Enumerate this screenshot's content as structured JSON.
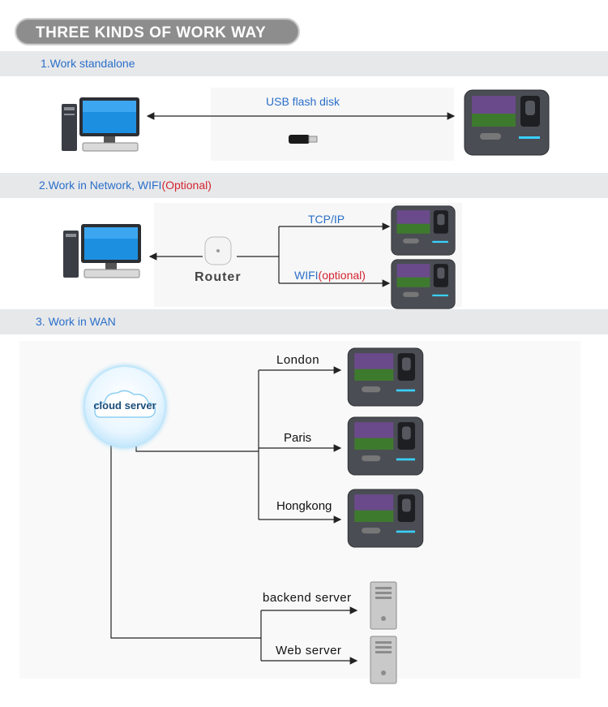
{
  "title": "THREE KINDS OF WORK WAY",
  "sections": [
    {
      "label": "1.Work standalone"
    },
    {
      "label": "2.Work in Network, WIFI",
      "optional": "(Optional)"
    },
    {
      "label": "3. Work in WAN"
    }
  ],
  "standalone": {
    "link_label": "USB flash disk"
  },
  "network": {
    "router_label": "Router",
    "tcp_label": "TCP/IP",
    "wifi_label": "WIFI",
    "wifi_optional": "(optional)"
  },
  "wan": {
    "cloud_label": "cloud server",
    "sites": [
      "London",
      "Paris",
      "Hongkong"
    ],
    "servers": [
      "backend server",
      "Web server"
    ]
  }
}
